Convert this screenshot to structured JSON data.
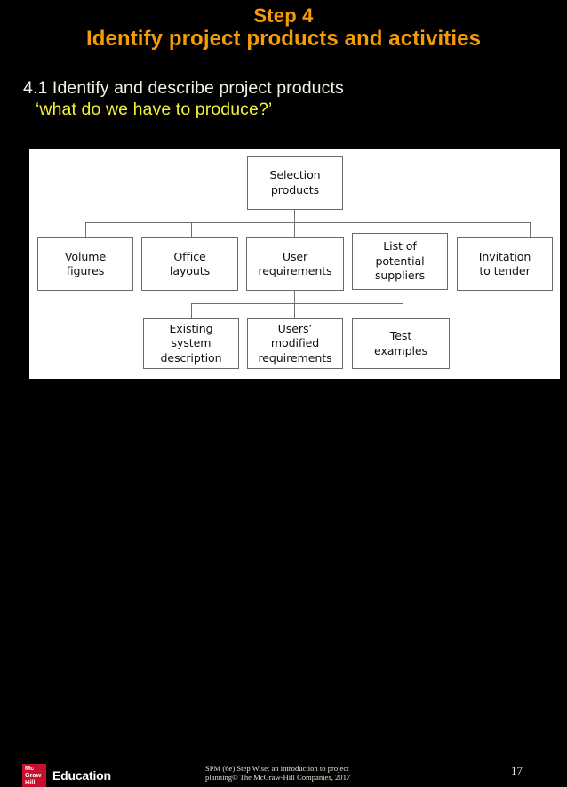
{
  "slide": {
    "title_line1": "Step 4",
    "title_line2": "Identify project products and activities",
    "subtitle_line1": "4.1 Identify and describe project products",
    "subtitle_line2": "‘what do we have to produce?’",
    "title_color": "#F59C05",
    "subtitle1_color": "#F2F2E6",
    "subtitle2_color": "#F2F03A",
    "background_color": "#000000"
  },
  "diagram": {
    "type": "tree",
    "panel_color": "#FFFFFF",
    "box_border_color": "#6A6A6A",
    "box_text_color": "#111111",
    "root": {
      "label": "Selection\nproducts",
      "line1": "Selection",
      "line2": "products"
    },
    "level2": [
      {
        "line1": "Volume",
        "line2": "figures"
      },
      {
        "line1": "Office",
        "line2": "layouts"
      },
      {
        "line1": "User",
        "line2": "requirements"
      },
      {
        "line1": "List of",
        "line2": "potential",
        "line3": "suppliers"
      },
      {
        "line1": "Invitation",
        "line2": "to tender"
      }
    ],
    "level3_parent": "User requirements",
    "level3": [
      {
        "line1": "Existing",
        "line2": "system",
        "line3": "description"
      },
      {
        "line1": "Users’",
        "line2": "modified",
        "line3": "requirements"
      },
      {
        "line1": "Test",
        "line2": "examples"
      }
    ]
  },
  "footer": {
    "logo_line1": "Mc",
    "logo_line2": "Graw",
    "logo_line3": "Hill",
    "logo_word": "Education",
    "logo_color": "#C8102E",
    "note_line1": "SPM (6e)  Step Wise: an introduction to project",
    "note_line2": "planning© The McGraw-Hill Companies, 2017",
    "page_number": "17"
  }
}
